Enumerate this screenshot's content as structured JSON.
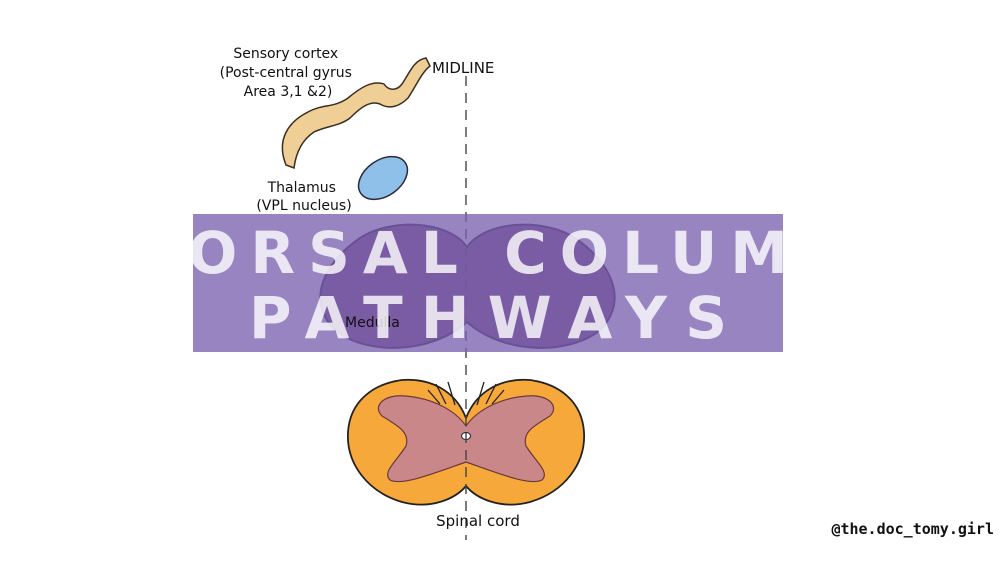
{
  "labels": {
    "sensory_cortex": [
      "Sensory cortex",
      "(Post-central gyrus",
      "Area 3,1 &2)"
    ],
    "midline": "MIDLINE",
    "thalamus": [
      "Thalamus",
      "(VPL nucleus)"
    ],
    "medulla": "Medulla",
    "spinal_cord": "Spinal cord"
  },
  "banner": {
    "line1": "ORSAL COLUM",
    "line2": "PATHWAYS",
    "color": "#7a62b0"
  },
  "handle": "@the.doc_tomy.girl",
  "colors": {
    "cortex": "#efcf95",
    "thalamus": "#8fc0ea",
    "medulla": "#7a4a7e",
    "white_matter": "#f7a83a",
    "gray_matter": "#c9878a"
  }
}
